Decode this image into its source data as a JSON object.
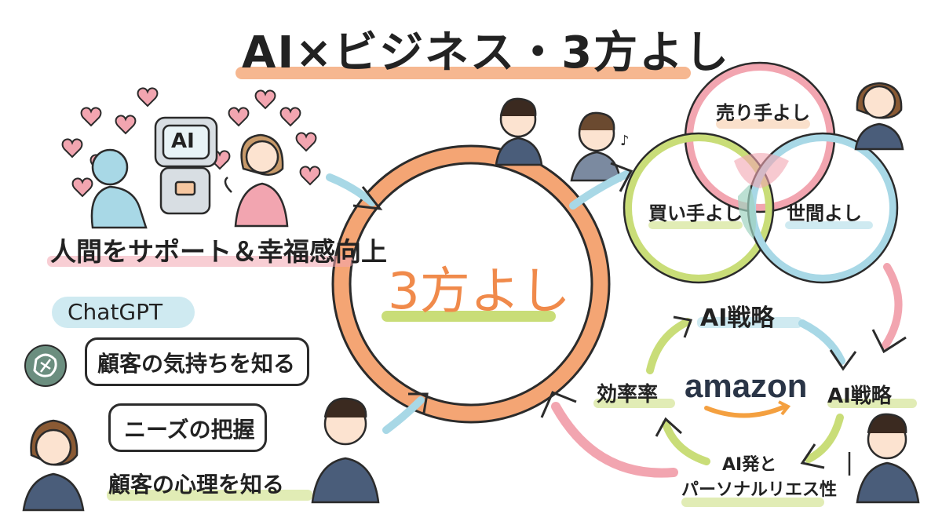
{
  "title": "AI×ビジネス・3方よし",
  "left": {
    "ai_label": "AI",
    "support_text": "人間をサポート＆幸福感向上",
    "chatgpt_label": "ChatGPT",
    "bubble_1": "顧客の気持ちを知る",
    "bubble_2": "ニーズの把握",
    "bubble_3": "顧客の心理を知る"
  },
  "center": {
    "label": "3方よし"
  },
  "venn": {
    "seller": "売り手よし",
    "buyer": "買い手よし",
    "society": "世間よし"
  },
  "cycle": {
    "top": "AI戦略",
    "right": "AI戦略",
    "left": "効率率",
    "bottom_line1": "AI発と",
    "bottom_line2": "パーソナルリエス性",
    "brand": "amazon"
  },
  "colors": {
    "orange": "#f4a574",
    "pink": "#f2a5b0",
    "blue": "#a8d8e6",
    "green": "#c9dd78",
    "peach": "#f6c7a0"
  }
}
